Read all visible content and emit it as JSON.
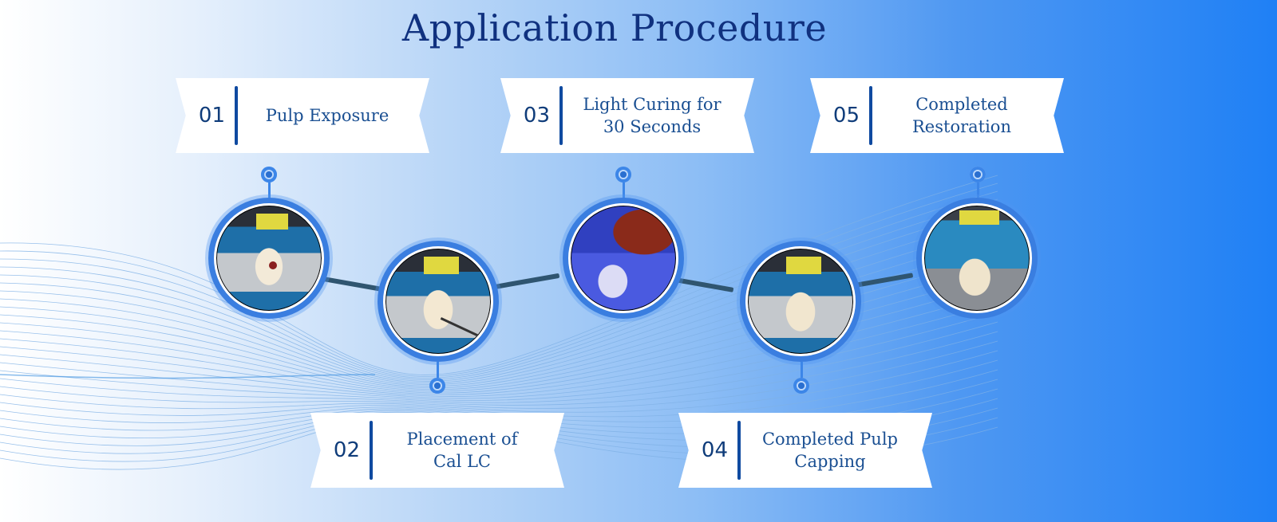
{
  "title": "Application Procedure",
  "steps": [
    {
      "number": "01",
      "label_line1": "Pulp Exposure",
      "label_line2": "",
      "photo": "tooth-pulp-exposure"
    },
    {
      "number": "02",
      "label_line1": "Placement of",
      "label_line2": "Cal LC",
      "photo": "tooth-placement-cal-lc"
    },
    {
      "number": "03",
      "label_line1": "Light Curing for",
      "label_line2": "30 Seconds",
      "photo": "tooth-light-curing"
    },
    {
      "number": "04",
      "label_line1": "Completed Pulp",
      "label_line2": "Capping",
      "photo": "tooth-completed-pulp-capping"
    },
    {
      "number": "05",
      "label_line1": "Completed",
      "label_line2": "Restoration",
      "photo": "tooth-completed-restoration"
    }
  ],
  "colors": {
    "title": "#10317f",
    "number": "#0f3c7a",
    "divider": "#0f4aa0",
    "label": "#1a4f92",
    "ring": "#3a7ee0",
    "connector": "#2f5570",
    "bg_right": "#1f80f5"
  }
}
